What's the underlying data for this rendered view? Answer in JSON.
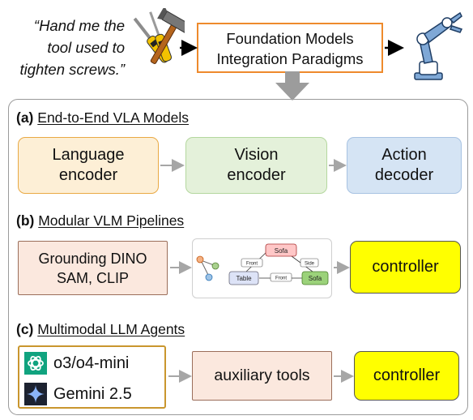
{
  "header": {
    "instruction_lines": [
      "“Hand me the",
      "tool used to",
      "tighten screws.”"
    ],
    "foundation_box": {
      "line1": "Foundation Models",
      "line2": "Integration Paradigms"
    }
  },
  "section_a": {
    "tag": "(a)",
    "title": "End-to-End VLA Models",
    "boxes": [
      {
        "line1": "Language",
        "line2": "encoder"
      },
      {
        "line1": "Vision",
        "line2": "encoder"
      },
      {
        "line1": "Action",
        "line2": "decoder"
      }
    ]
  },
  "section_b": {
    "tag": "(b)",
    "title": "Modular VLM Pipelines",
    "models_box": {
      "line1": "Grounding DINO",
      "line2": "SAM, CLIP"
    },
    "scene_graph": {
      "nodes": [
        "Sofa",
        "Table",
        "Sofa"
      ],
      "edges": [
        "Front",
        "Side",
        "Front"
      ]
    },
    "controller": "controller"
  },
  "section_c": {
    "tag": "(c)",
    "title": "Multimodal LLM Agents",
    "agents": [
      "o3/o4-mini",
      "Gemini 2.5"
    ],
    "tools": "auxiliary tools",
    "controller": "controller"
  },
  "colors": {
    "orange_border": "#ee8a2c",
    "language_fill": "#fdefd6",
    "vision_fill": "#e4f1da",
    "action_fill": "#d5e4f4",
    "module_fill": "#fbe8de",
    "controller_fill": "#ffff00",
    "arrow_gray": "#a6a6a6"
  },
  "icons": [
    "tools-icon",
    "robot-arm-icon",
    "openai-logo-icon",
    "gemini-logo-icon"
  ]
}
